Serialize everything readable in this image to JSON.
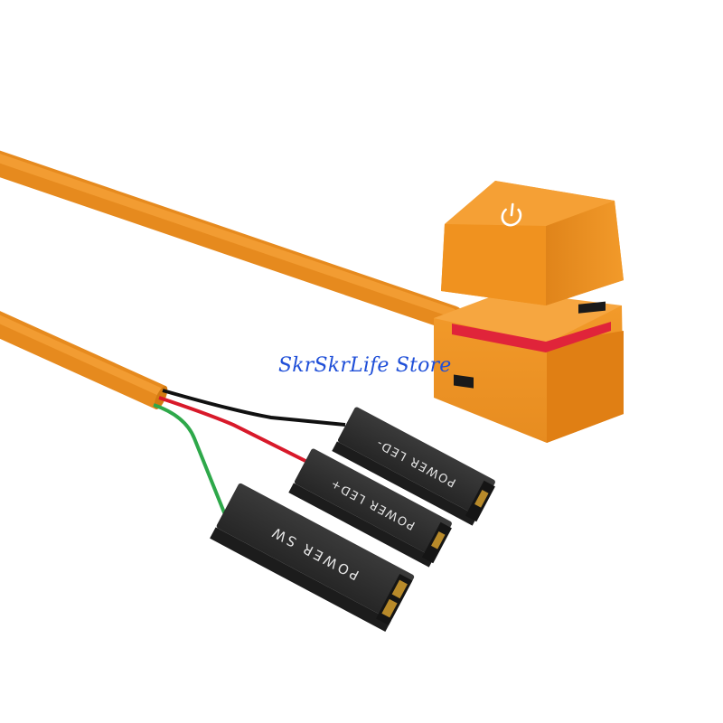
{
  "watermark": "SkrSkrLife Store",
  "key_icon": "power-icon",
  "connectors": [
    {
      "label": "POWER LED-"
    },
    {
      "label": "POWER LED+"
    },
    {
      "label": "POWER SW"
    }
  ],
  "colors": {
    "cable": "#f29a2a",
    "keycap": "#f0921f",
    "connector": "#2a2a2a",
    "wire_green": "#2ea84a",
    "wire_red": "#d8192a",
    "wire_black": "#111111",
    "watermark": "#1f4fd8"
  }
}
